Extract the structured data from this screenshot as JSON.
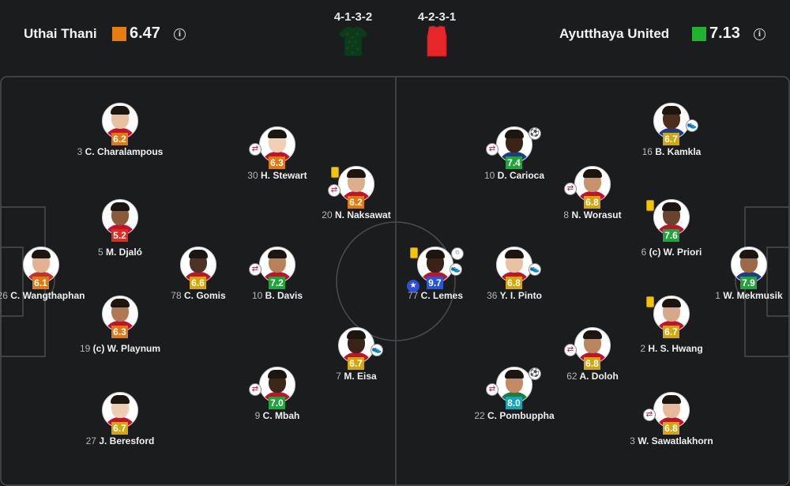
{
  "home": {
    "name": "Uthai Thani",
    "rating": "6.47",
    "badge_color": "#e87d0d",
    "formation": "4-1-3-2",
    "kit_color": "#0e3a1c"
  },
  "away": {
    "name": "Ayutthaya United",
    "rating": "7.13",
    "badge_color": "#1fb32e",
    "formation": "4-2-3-1",
    "kit_color": "#e8262a"
  },
  "info_icon": "i",
  "colors": {
    "pitch_line": "#4b4c4f",
    "background": "#1b1c1e"
  },
  "players": [
    {
      "id": "h1",
      "num": "26",
      "name": "C. Wangthaphan",
      "rating": "6.1",
      "rc": "orange",
      "skin": "#e2b293",
      "shirt": "#c3332a"
    },
    {
      "id": "h2",
      "num": "3",
      "name": "C. Charalampous",
      "rating": "6.2",
      "rc": "orange",
      "skin": "#e9c1a2",
      "shirt": "#c8102e"
    },
    {
      "id": "h3",
      "num": "5",
      "name": "M. Djaló",
      "rating": "5.2",
      "rc": "red",
      "skin": "#8a5a3b",
      "shirt": "#c8102e"
    },
    {
      "id": "h4",
      "num": "19",
      "name": "(c) W. Playnum",
      "rating": "6.3",
      "rc": "orange",
      "skin": "#b27852",
      "shirt": "#c8102e"
    },
    {
      "id": "h5",
      "num": "27",
      "name": "J. Beresford",
      "rating": "6.7",
      "rc": "yellow",
      "skin": "#efcdb4",
      "shirt": "#c8102e"
    },
    {
      "id": "h6",
      "num": "78",
      "name": "C. Gomis",
      "rating": "6.6",
      "rc": "yellow",
      "skin": "#4e3223",
      "shirt": "#c8102e"
    },
    {
      "id": "h7",
      "num": "30",
      "name": "H. Stewart",
      "rating": "6.3",
      "rc": "orange",
      "skin": "#f0cfb5",
      "shirt": "#c8102e"
    },
    {
      "id": "h8",
      "num": "10",
      "name": "B. Davis",
      "rating": "7.2",
      "rc": "green",
      "skin": "#b88259",
      "shirt": "#c8102e"
    },
    {
      "id": "h9",
      "num": "9",
      "name": "C. Mbah",
      "rating": "7.0",
      "rc": "green",
      "skin": "#3d2719",
      "shirt": "#c8102e"
    },
    {
      "id": "h10",
      "num": "20",
      "name": "N. Naksawat",
      "rating": "6.2",
      "rc": "orange",
      "skin": "#dcae8c",
      "shirt": "#c8102e"
    },
    {
      "id": "h11",
      "num": "7",
      "name": "M. Eisa",
      "rating": "6.7",
      "rc": "yellow",
      "skin": "#3a2418",
      "shirt": "#c8102e"
    },
    {
      "id": "a1",
      "num": "1",
      "name": "W. Mekmusik",
      "rating": "7.9",
      "rc": "green",
      "skin": "#9c6a47",
      "shirt": "#1e3a8a"
    },
    {
      "id": "a2",
      "num": "16",
      "name": "B. Kamkla",
      "rating": "6.7",
      "rc": "yellow",
      "skin": "#4c2e1e",
      "shirt": "#1e3a8a"
    },
    {
      "id": "a3",
      "num": "6",
      "name": "(c) W. Priori",
      "rating": "7.6",
      "rc": "green",
      "skin": "#6a4330",
      "shirt": "#c8102e"
    },
    {
      "id": "a4",
      "num": "2",
      "name": "H. S. Hwang",
      "rating": "6.7",
      "rc": "yellow",
      "skin": "#d7a888",
      "shirt": "#c8102e"
    },
    {
      "id": "a5",
      "num": "3",
      "name": "W. Sawatlakhorn",
      "rating": "6.8",
      "rc": "yellow",
      "skin": "#e5b999",
      "shirt": "#c8102e"
    },
    {
      "id": "a6",
      "num": "36",
      "name": "Y. I. Pinto",
      "rating": "6.8",
      "rc": "yellow",
      "skin": "#e8c2a3",
      "shirt": "#c8102e"
    },
    {
      "id": "a7",
      "num": "62",
      "name": "A. Doloh",
      "rating": "6.8",
      "rc": "yellow",
      "skin": "#b98660",
      "shirt": "#c8102e"
    },
    {
      "id": "a8",
      "num": "10",
      "name": "D. Carioca",
      "rating": "7.4",
      "rc": "green",
      "skin": "#3b2416",
      "shirt": "#1e3a8a"
    },
    {
      "id": "a9",
      "num": "8",
      "name": "N. Worasut",
      "rating": "6.8",
      "rc": "yellow",
      "skin": "#c8936c",
      "shirt": "#c8102e"
    },
    {
      "id": "a10",
      "num": "22",
      "name": "C. Pombuppha",
      "rating": "8.0",
      "rc": "teal",
      "skin": "#c38a63",
      "shirt": "#1d7d3c"
    },
    {
      "id": "a11",
      "num": "77",
      "name": "C. Lemes",
      "rating": "9.7",
      "rc": "blue",
      "skin": "#3a2316",
      "shirt": "#c8102e"
    }
  ],
  "events": {
    "sub_icon": "⇄",
    "ball_icon": "⚽",
    "boot_icon": "👟",
    "star_icon": "★",
    "penalty_icon": "⚪"
  }
}
